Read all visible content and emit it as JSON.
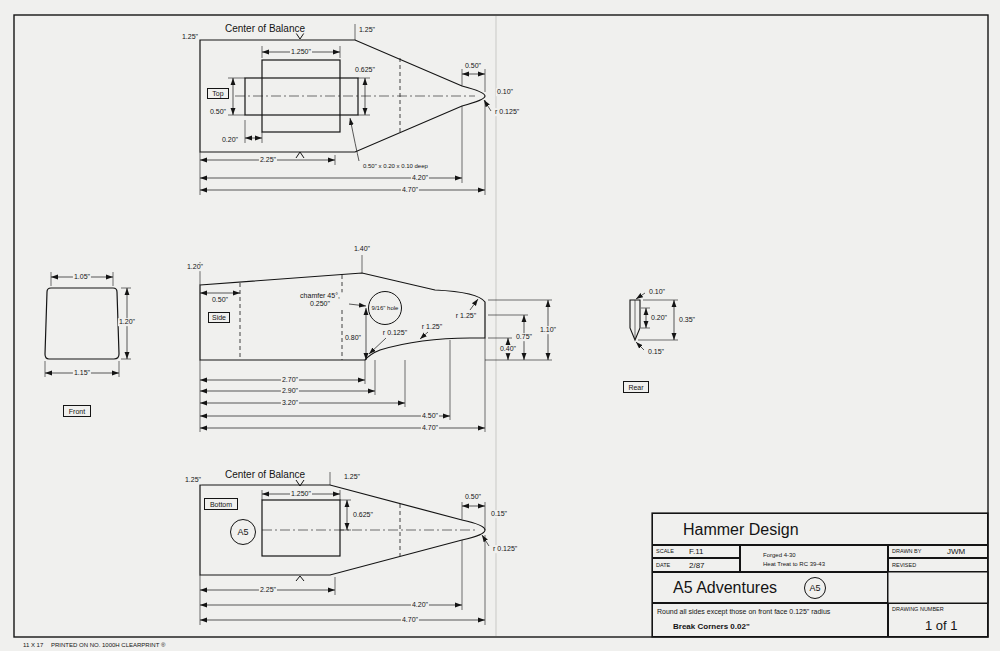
{
  "diagram": {
    "nodes": [
      {
        "text": [
          "Top"
        ]
      },
      {
        "text": [
          "Side"
        ]
      },
      {
        "text": [
          "9/16\" hole"
        ]
      },
      {
        "text": [
          "Front"
        ]
      },
      {
        "text": [
          "Rear"
        ]
      },
      {
        "text": [
          "Bottom"
        ]
      },
      {
        "text": [
          "A5"
        ]
      },
      {
        "text": [
          "Hammer Design"
        ]
      },
      {
        "text": [
          "SCALE",
          "F.11"
        ]
      },
      {
        "text": [
          "DATE",
          "2/87"
        ]
      },
      {
        "text": [
          "Forged 4-30",
          "Heat Treat to RC 39-43"
        ]
      },
      {
        "text": [
          "DRAWN BY",
          "JWM"
        ]
      },
      {
        "text": [
          "REVISED"
        ]
      },
      {
        "text": [
          "A5 Adventures"
        ]
      },
      {
        "text": [
          "A5"
        ],
        "in": 13
      },
      {
        "text": [
          "Round all sides except those on front face 0.125\" radius",
          "Break Corners 0.02\""
        ]
      },
      {
        "text": [
          "DRAWING NUMBER",
          "1 of 1"
        ]
      }
    ],
    "labels": [
      "Center of Balance",
      "1.25\"",
      "1.25\"",
      "1.250\"",
      "0.50\"",
      "0.625\"",
      "0.20\"",
      "0.50\" x 0.20 x 0.10 deep",
      "2.25\"",
      "4.20\"",
      "4.70\"",
      "0.50\"",
      "0.10\"",
      "r 0.125\"",
      "1.20\"",
      "1.40\"",
      "0.50\"",
      "chamfer 45°, 0.250\"",
      "0.80\"",
      "r 0.125\"",
      "r 1.25\"",
      "r 1.25\"",
      "1.10\"",
      "0.75\"",
      "0.40\"",
      "2.70\"",
      "2.90\"",
      "3.20\"",
      "4.50\"",
      "4.70\"",
      "1.05\"",
      "1.20\"",
      "1.15\"",
      "0.10\"",
      "0.20\"",
      "0.35\"",
      "0.15\"",
      "Center of Balance",
      "1.25\"",
      "1.25\"",
      "1.250\"",
      "0.625\"",
      "0.50\"",
      "0.15\"",
      "r 0.125\"",
      "2.25\"",
      "4.20\"",
      "4.70\"",
      "11 X 17",
      "PRINTED ON NO. 1000H CLEARPRINT ®"
    ]
  }
}
